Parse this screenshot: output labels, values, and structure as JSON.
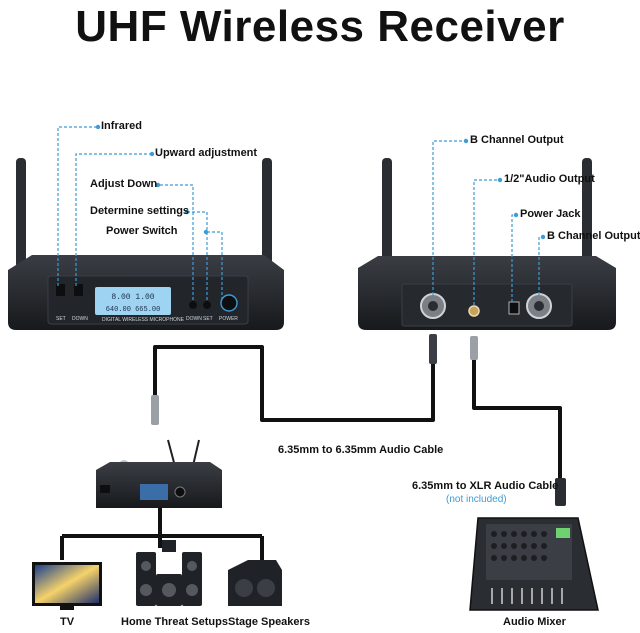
{
  "title": "UHF Wireless Receiver",
  "left_callouts": {
    "infrared": "Infrared",
    "upward": "Upward adjustment",
    "adjust_down": "Adjust Down",
    "determine": "Determine settings",
    "power_switch": "Power Switch"
  },
  "right_callouts": {
    "b_output_top": "B Channel Output",
    "audio_output": "1/2\"Audio Output",
    "power_jack": "Power Jack",
    "b_output_bottom": "B Channel Output"
  },
  "panel_labels": {
    "set_left": "SET",
    "down_left": "DOWN",
    "brand": "DIGITAL WIRELESS MICROPHONE",
    "down_right": "DOWN",
    "set_right": "SET",
    "power": "POWER",
    "lcd_top": "8.00  1.00",
    "lcd_bottom": "640.00  665.00"
  },
  "cables": {
    "audio_cable": "6.35mm to 6.35mm Audio Cable",
    "xlr_cable": "6.35mm to XLR Audio Cable",
    "xlr_note": "(not included)"
  },
  "devices": {
    "tv": "TV",
    "home_theater": "Home Threat Setups",
    "stage": "Stage Speakers",
    "mixer": "Audio Mixer"
  },
  "colors": {
    "callout": "#3d9bd6",
    "device": "#1f2226",
    "screen": "#9fd3f2"
  }
}
